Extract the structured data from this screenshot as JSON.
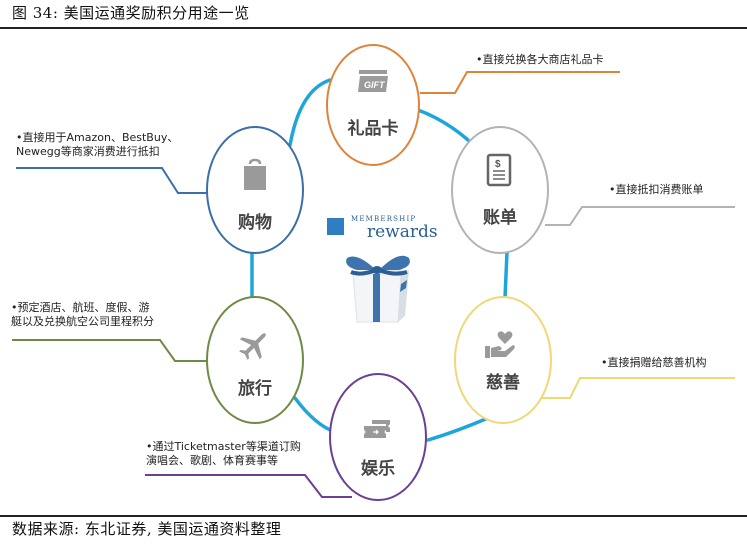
{
  "header": {
    "title": "图  34:  美国运通奖励积分用途一览"
  },
  "center": {
    "logo_top": "MEMBERSHIP",
    "logo_bottom": "rewards",
    "logo_box_color": "#2f7ec2",
    "icon": "gift-box-icon"
  },
  "ring_color": "#1ea6dc",
  "nodes": [
    {
      "id": "gift-card",
      "label": "礼品卡",
      "icon": "gift-card-icon",
      "color": "#e0833a",
      "note": [
        "•直接兑换各大商店礼品卡"
      ]
    },
    {
      "id": "bill",
      "label": "账单",
      "icon": "bill-receipt-icon",
      "color": "#b3b3b3",
      "note": [
        "•直接抵扣消费账单"
      ]
    },
    {
      "id": "charity",
      "label": "慈善",
      "icon": "hand-heart-icon",
      "color": "#f0d878",
      "note": [
        "•直接捐赠给慈善机构"
      ]
    },
    {
      "id": "entertainment",
      "label": "娱乐",
      "icon": "ticket-icon",
      "color": "#6b3f95",
      "note": [
        "•通过Ticketmaster等渠道订购",
        "演唱会、歌剧、体育赛事等"
      ]
    },
    {
      "id": "travel",
      "label": "旅行",
      "icon": "airplane-icon",
      "color": "#6e8a45",
      "note": [
        "•预定酒店、航班、度假、游",
        "艇以及兑换航空公司里程积分"
      ]
    },
    {
      "id": "shopping",
      "label": "购物",
      "icon": "shopping-bag-icon",
      "color": "#3b6fa8",
      "note": [
        "•直接用于Amazon、BestBuy、",
        "Newegg等商家消费进行抵扣"
      ]
    }
  ],
  "footer": {
    "source": "数据来源:  东北证券, 美国运通资料整理"
  }
}
